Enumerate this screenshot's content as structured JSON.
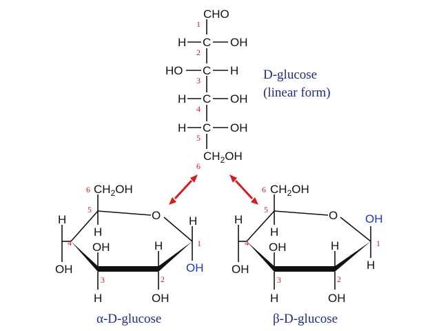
{
  "linear": {
    "caption_line1": "D-glucose",
    "caption_line2": "(linear form)",
    "c1_group": "CHO",
    "ch2oh": "CH",
    "ch2oh_sub": "2",
    "ch2oh_tail": "OH",
    "rows": [
      {
        "left": "H",
        "right": "OH"
      },
      {
        "left": "HO",
        "right": "H"
      },
      {
        "left": "H",
        "right": "OH"
      },
      {
        "left": "H",
        "right": "OH"
      }
    ],
    "carbon": "C",
    "numbers": [
      "1",
      "2",
      "3",
      "4",
      "5",
      "6"
    ]
  },
  "alpha": {
    "caption": "α-D-glucose",
    "c6_group": "CH",
    "c6_sub": "2",
    "c6_tail": "OH",
    "ring_oxygen": "O",
    "c1_up": "H",
    "c1_down": "OH",
    "c2_up": "H",
    "c2_down": "OH",
    "c3_up": "OH",
    "c3_down": "H",
    "c4_up": "H",
    "c4_down": "OH",
    "c5_down": "H",
    "numbers": [
      "1",
      "2",
      "3",
      "4",
      "5",
      "6"
    ]
  },
  "beta": {
    "caption": "β-D-glucose",
    "c6_group": "CH",
    "c6_sub": "2",
    "c6_tail": "OH",
    "ring_oxygen": "O",
    "c1_up": "OH",
    "c1_down": "H",
    "c2_up": "H",
    "c2_down": "OH",
    "c3_up": "OH",
    "c3_down": "H",
    "c4_up": "H",
    "c4_down": "OH",
    "c5_down": "H",
    "numbers": [
      "1",
      "2",
      "3",
      "4",
      "5",
      "6"
    ]
  },
  "colors": {
    "numbers": "#d11a1a",
    "arrows": "#d91b1b",
    "caption": "#1f2b8c",
    "anomeric_oh": "#1638c4"
  }
}
